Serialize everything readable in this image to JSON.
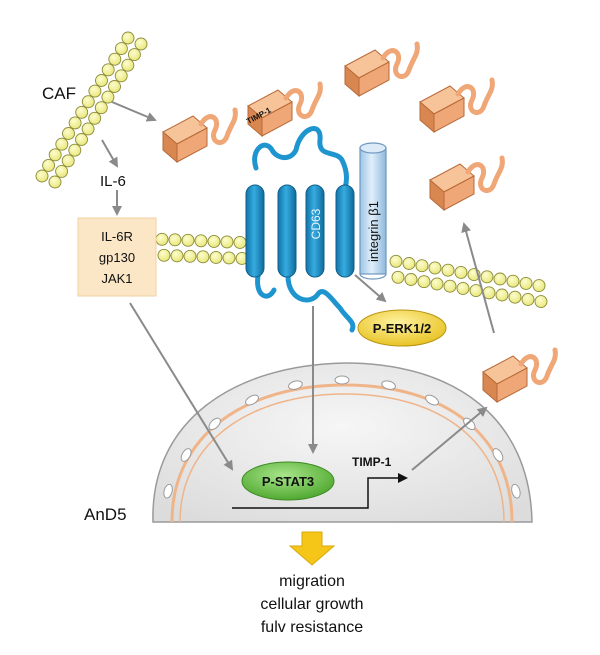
{
  "labels": {
    "caf": "CAF",
    "il6": "IL-6",
    "il6r": "IL-6R",
    "gp130": "gp130",
    "jak1": "JAK1",
    "timp1_top": "TIMP-1",
    "cd63": "CD63",
    "integrin": "integrin β1",
    "perk": "P-ERK1/2",
    "pstat3": "P-STAT3",
    "timp1_nucleus": "TIMP-1",
    "and5": "AnD5"
  },
  "outcomes": [
    "migration",
    "cellular growth",
    "fulv resistance"
  ],
  "colors": {
    "membrane_bead": "#f3f39a",
    "bead_stroke": "#8a8a3a",
    "timp_body": "#f0a777",
    "timp_stroke": "#b86a38",
    "cd63_blue": "#1f95cf",
    "integrin": "#bcd8ee",
    "perk": "#f2d33a",
    "pstat3": "#6cc04a",
    "receptor_box": "#fbe6c5",
    "nucleus": "#ededed",
    "arrow": "#8a8a8a",
    "outcome_arrow": "#f5c518"
  }
}
